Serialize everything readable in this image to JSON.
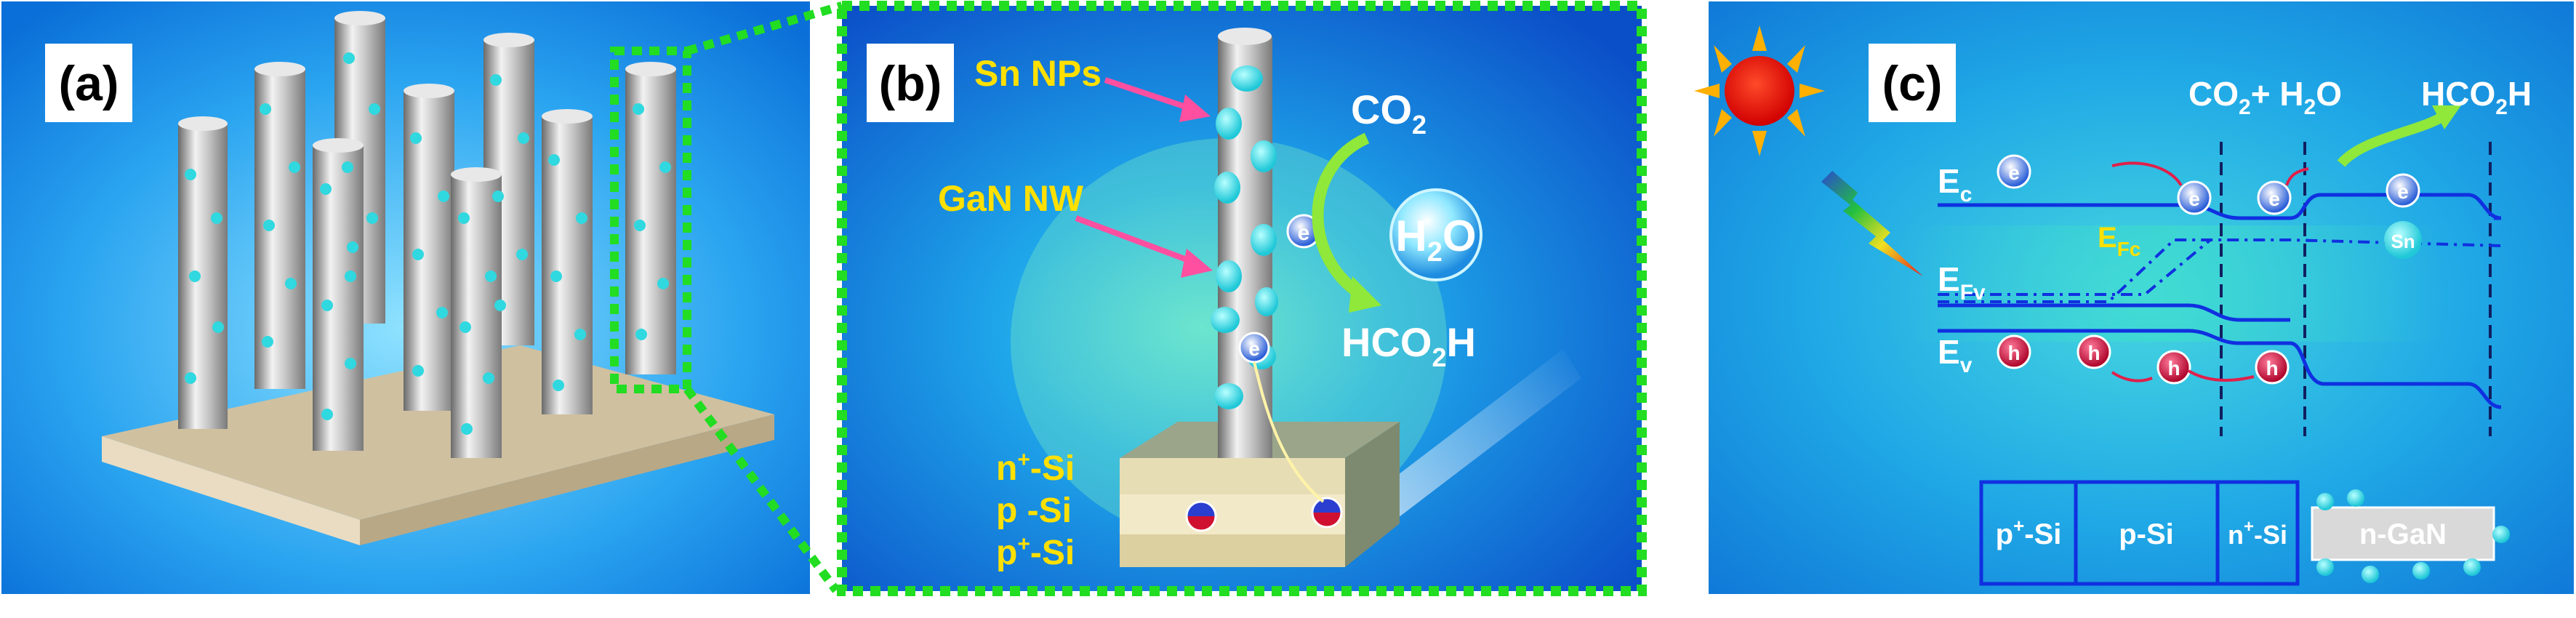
{
  "panel_a": {
    "label": "(a)"
  },
  "panel_b": {
    "label": "(b)",
    "sn_nps": "Sn NPs",
    "gan_nw": "GaN NW",
    "co2": "CO",
    "co2_sub": "2",
    "h2o_h": "H",
    "h2o_sub": "2",
    "h2o_o": "O",
    "hco2h_a": "HCO",
    "hco2h_sub": "2",
    "hco2h_b": "H",
    "electron": "e",
    "layer_n_main": "n",
    "layer_n_sup": "+",
    "layer_n_suffix": "-Si",
    "layer_p": "p -Si",
    "layer_p_main": "p",
    "layer_p_sup": "+",
    "layer_p_suffix": "-Si"
  },
  "panel_c": {
    "label": "(c)",
    "co2_h2o_a": "CO",
    "co2_h2o_sub": "2",
    "co2_h2o_b": "+ H",
    "co2_h2o_sub2": "2",
    "co2_h2o_c": "O",
    "hco2h_a": "HCO",
    "hco2h_sub": "2",
    "hco2h_b": "H",
    "ec_main": "E",
    "ec_sub": "c",
    "efc_main": "E",
    "efc_sub": "Fc",
    "efv_main": "E",
    "efv_sub": "Fv",
    "ev_main": "E",
    "ev_sub": "v",
    "electron": "e",
    "hole": "h",
    "sn": "Sn",
    "box_p_plus_main": "p",
    "box_p_plus_sup": "+",
    "box_p_plus_suffix": "-Si",
    "box_p": "p-Si",
    "box_n_plus_main": "n",
    "box_n_plus_sup": "+",
    "box_n_plus_suffix": "-Si",
    "box_ngan": "n-GaN"
  },
  "colors": {
    "label_yellow": "#FFE000",
    "dotted_green": "#22DD22",
    "band_blue": "#1030E0",
    "hole_red": "#D0103A",
    "sn_particle": "#40E0E0"
  }
}
